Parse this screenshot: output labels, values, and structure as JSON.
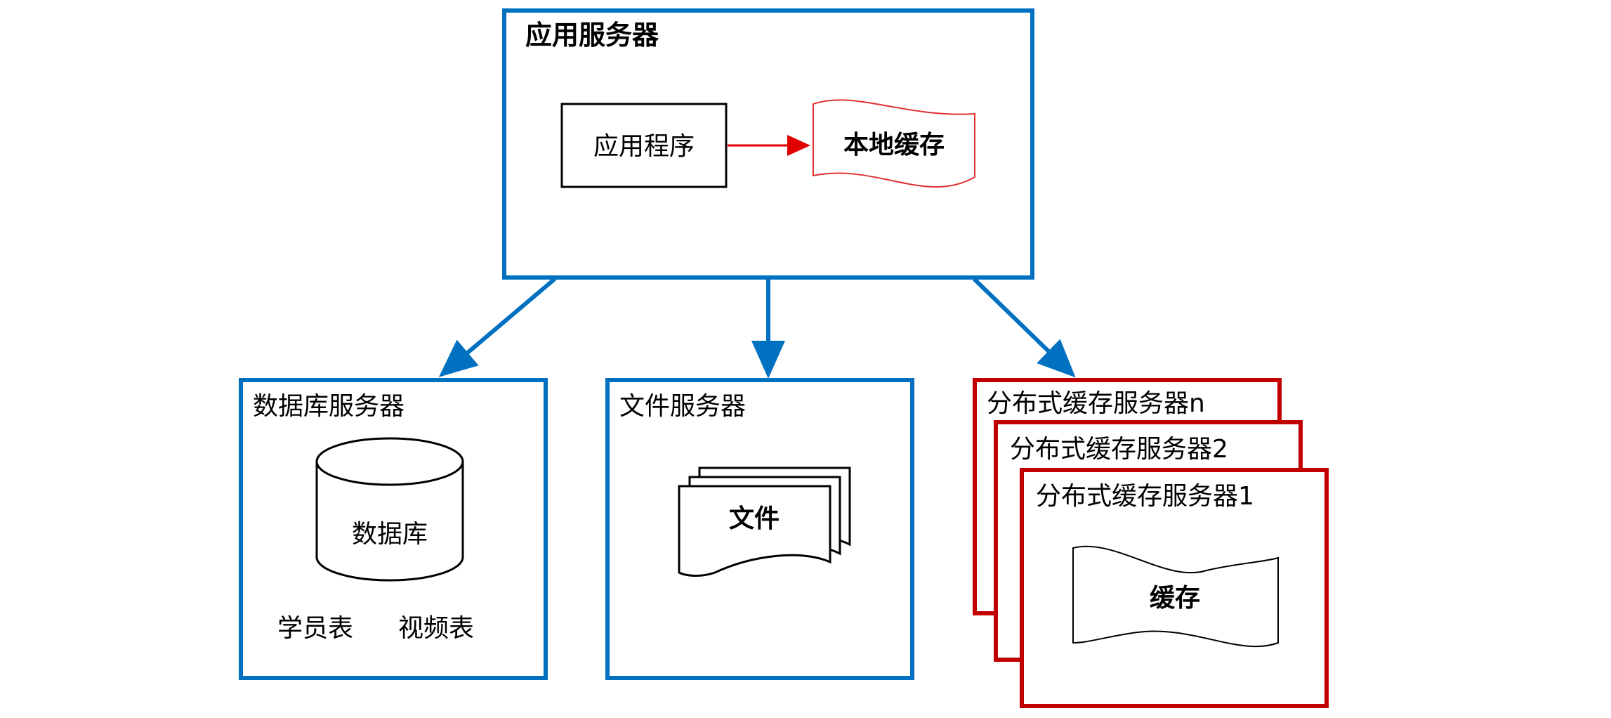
{
  "app_server": {
    "title": "应用服务器",
    "program_label": "应用程序",
    "local_cache_label": "本地缓存"
  },
  "db_server": {
    "title": "数据库服务器",
    "db_label": "数据库",
    "table1": "学员表",
    "table2": "视频表"
  },
  "file_server": {
    "title": "文件服务器",
    "file_label": "文件"
  },
  "cache_servers": {
    "title_n": "分布式缓存服务器n",
    "title_2": "分布式缓存服务器2",
    "title_1": "分布式缓存服务器1",
    "cache_label": "缓存"
  },
  "colors": {
    "blue": "#0070C0",
    "red": "#C00000",
    "arrow_red": "#E00000"
  }
}
